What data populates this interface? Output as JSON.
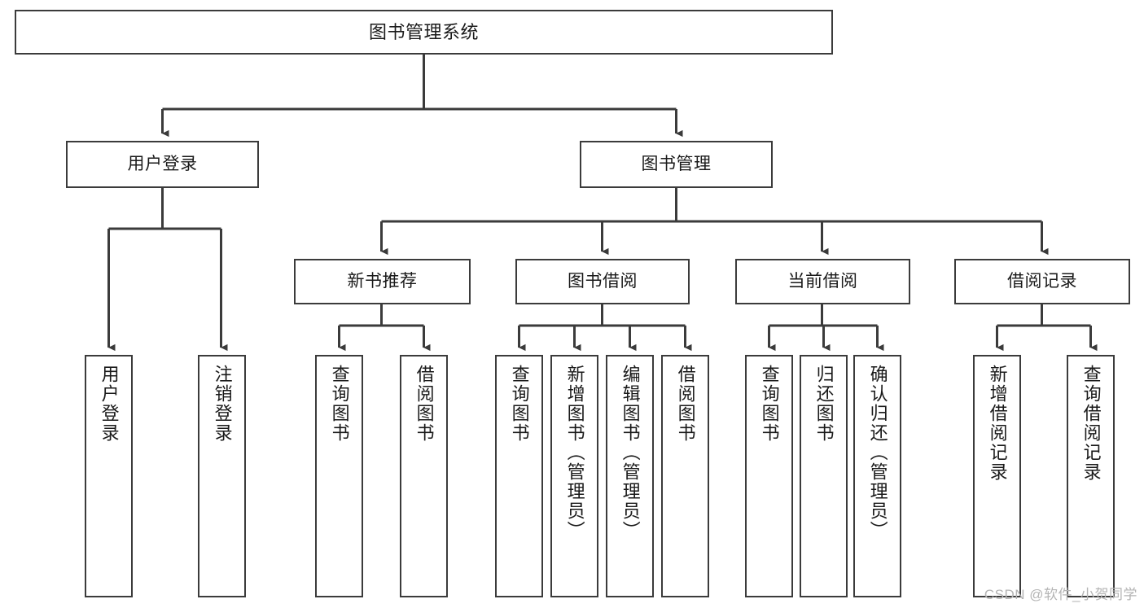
{
  "diagram": {
    "title": "图书管理系统",
    "type": "tree",
    "watermark": "CSDN @软件_小贺同学",
    "colors": {
      "box_border": "#3b3b3b",
      "box_fill": "#ffffff",
      "edge": "#3b3b3b",
      "text": "#1a1a1a",
      "watermark": "#b4b4b4",
      "background": "#ffffff"
    },
    "nodes": {
      "root": {
        "label": "图书管理系统"
      },
      "tier1": [
        {
          "id": "user-login",
          "label": "用户登录"
        },
        {
          "id": "book-manage",
          "label": "图书管理"
        }
      ],
      "tier2": [
        {
          "id": "new-book-recommend",
          "label": "新书推荐"
        },
        {
          "id": "book-borrow",
          "label": "图书借阅"
        },
        {
          "id": "current-borrow",
          "label": "当前借阅"
        },
        {
          "id": "borrow-record",
          "label": "借阅记录"
        }
      ],
      "leaves": {
        "user-login": [
          {
            "id": "leaf-user-login",
            "label": "用户登录"
          },
          {
            "id": "leaf-user-logout",
            "label": "注销登录"
          }
        ],
        "new-book-recommend": [
          {
            "id": "leaf-query-book-1",
            "label": "查询图书"
          },
          {
            "id": "leaf-borrow-book-1",
            "label": "借阅图书"
          }
        ],
        "book-borrow": [
          {
            "id": "leaf-query-book-2",
            "label": "查询图书"
          },
          {
            "id": "leaf-add-book",
            "label": "新增图书（管理员）"
          },
          {
            "id": "leaf-edit-book",
            "label": "编辑图书（管理员）"
          },
          {
            "id": "leaf-borrow-book-2",
            "label": "借阅图书"
          }
        ],
        "current-borrow": [
          {
            "id": "leaf-query-book-3",
            "label": "查询图书"
          },
          {
            "id": "leaf-return-book",
            "label": "归还图书"
          },
          {
            "id": "leaf-confirm-return",
            "label": "确认归还（管理员）"
          }
        ],
        "borrow-record": [
          {
            "id": "leaf-add-record",
            "label": "新增借阅记录"
          },
          {
            "id": "leaf-query-record",
            "label": "查询借阅记录"
          }
        ]
      }
    }
  }
}
